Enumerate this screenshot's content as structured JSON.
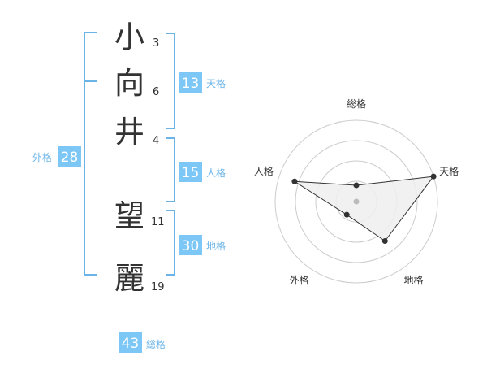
{
  "name": {
    "characters": [
      {
        "char": "小",
        "strokes": "3"
      },
      {
        "char": "向",
        "strokes": "6"
      },
      {
        "char": "井",
        "strokes": "4"
      },
      {
        "char": "望",
        "strokes": "11"
      },
      {
        "char": "麗",
        "strokes": "19"
      }
    ]
  },
  "fortune": {
    "tenkaku": {
      "label": "天格",
      "value": "13"
    },
    "jinkaku": {
      "label": "人格",
      "value": "15"
    },
    "chikaku": {
      "label": "地格",
      "value": "30"
    },
    "gaikaku": {
      "label": "外格",
      "value": "28"
    },
    "soukaku": {
      "label": "総格",
      "value": "43"
    }
  },
  "colors": {
    "accent": "#6ab4e8",
    "badge": "#7cc7f5",
    "text": "#333333",
    "grid": "#cccccc",
    "fill": "#eeeeee"
  },
  "chart_data": {
    "type": "radar",
    "axes": [
      "総格",
      "天格",
      "地格",
      "外格",
      "人格"
    ],
    "values": [
      1,
      5,
      3,
      1,
      4
    ],
    "range": [
      0,
      5
    ],
    "rings": 4
  }
}
